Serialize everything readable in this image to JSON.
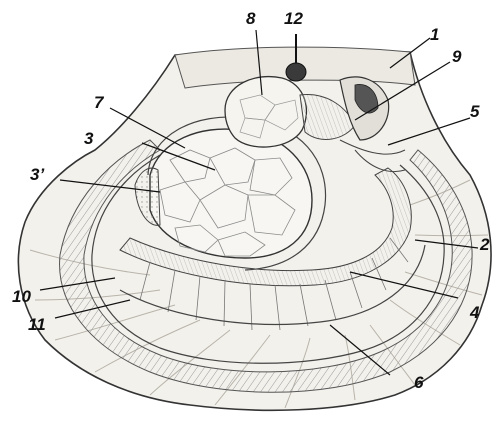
{
  "labels": {
    "l1": "1",
    "l2": "2",
    "l3": "3",
    "l3p": "3’",
    "l4": "4",
    "l5": "5",
    "l6": "6",
    "l7": "7",
    "l8": "8",
    "l9": "9",
    "l10": "10",
    "l11": "11",
    "l12": "12"
  }
}
